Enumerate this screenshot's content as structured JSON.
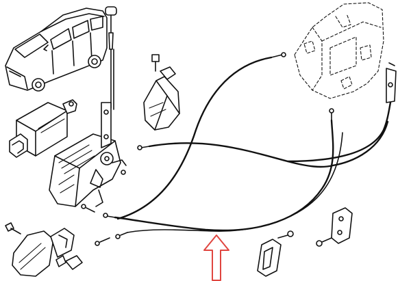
{
  "diagram": {
    "kind": "exploded parts illustration",
    "parts": [
      {
        "name": "vehicle-thumbnail"
      },
      {
        "name": "lock-actuator"
      },
      {
        "name": "sliding-door-lock-mechanism"
      },
      {
        "name": "release-cable-upper"
      },
      {
        "name": "release-cable-lower"
      },
      {
        "name": "mounting-bracket"
      },
      {
        "name": "rear-latch-assembly"
      },
      {
        "name": "door-handle-bracket"
      },
      {
        "name": "striker-plate"
      },
      {
        "name": "guide-block"
      }
    ],
    "highlight": {
      "shape": "arrow",
      "direction": "up",
      "color": "#e0453f"
    }
  }
}
